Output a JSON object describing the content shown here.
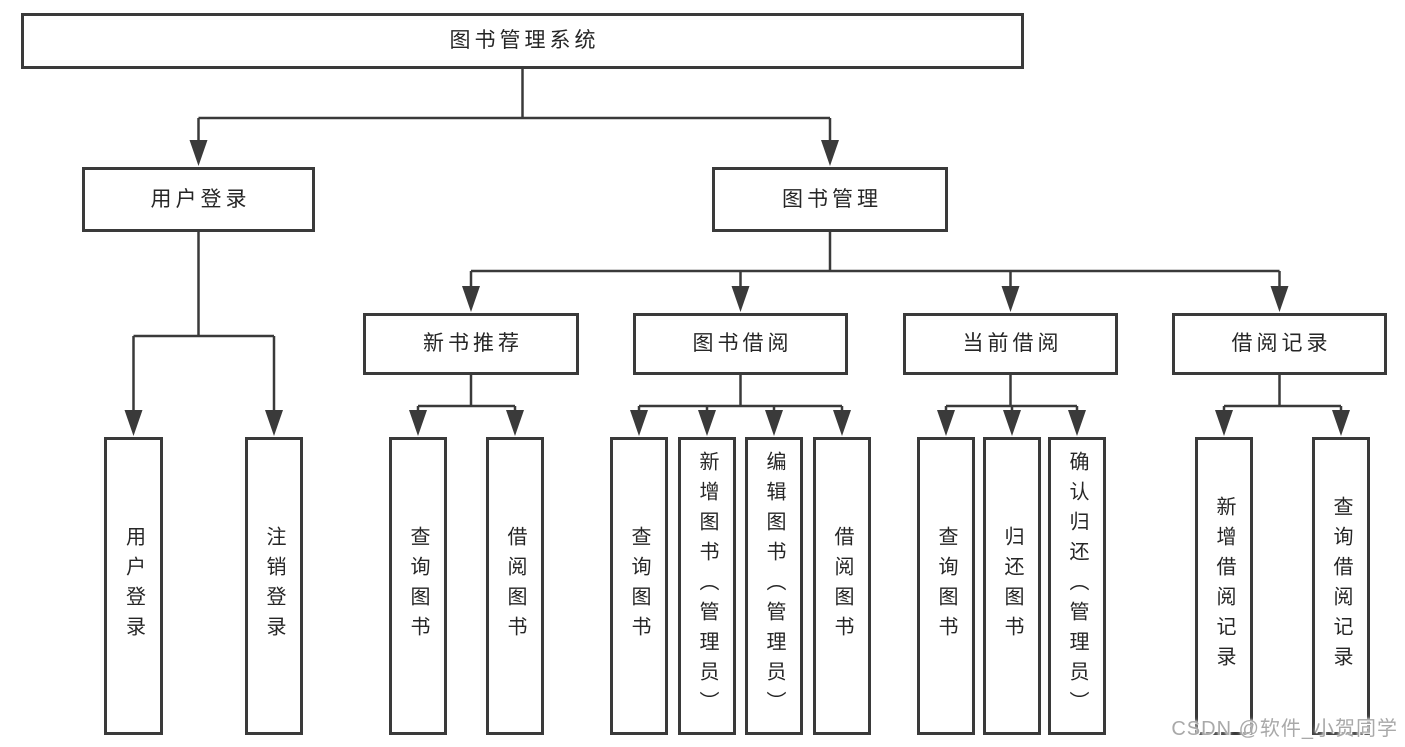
{
  "colors": {
    "background": "#ffffff",
    "line": "#3a3a3a",
    "box_border": "#3a3a3a",
    "label_text": "#262626",
    "watermark": "#a9a9a9"
  },
  "diagram": {
    "root": {
      "label": "图书管理系统"
    },
    "level2": [
      {
        "label": "用户登录"
      },
      {
        "label": "图书管理"
      }
    ],
    "level3": [
      {
        "label": "新书推荐"
      },
      {
        "label": "图书借阅"
      },
      {
        "label": "当前借阅"
      },
      {
        "label": "借阅记录"
      }
    ],
    "leaves": {
      "user_login": [
        "用户登录",
        "注销登录"
      ],
      "new_book_recommend": [
        "查询图书",
        "借阅图书"
      ],
      "book_borrow": [
        "查询图书",
        "新增图书（管理员）",
        "编辑图书（管理员）",
        "借阅图书"
      ],
      "current_borrow": [
        "查询图书",
        "归还图书",
        "确认归还（管理员）"
      ],
      "borrow_records": [
        "新增借阅记录",
        "查询借阅记录"
      ]
    }
  },
  "watermark": {
    "text": "CSDN @软件_小贺同学"
  }
}
